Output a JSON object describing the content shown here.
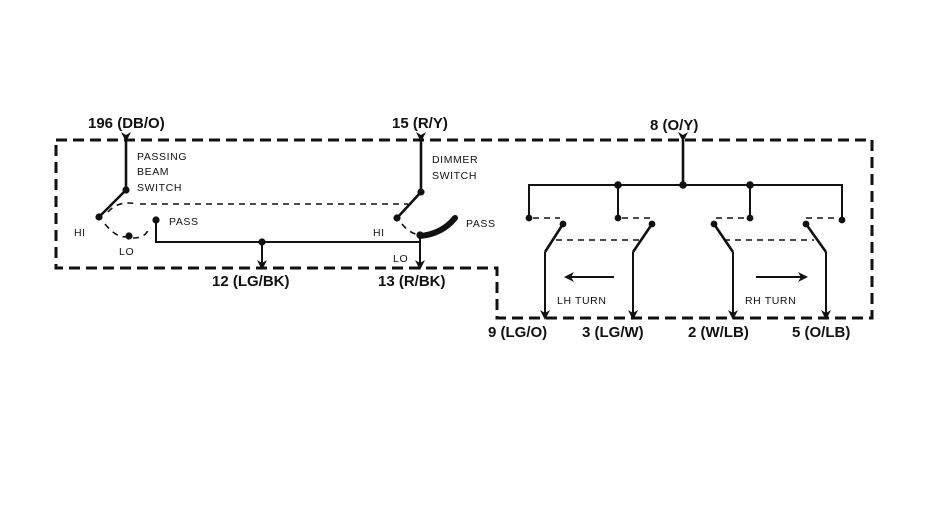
{
  "wires": {
    "w196": "196 (DB/O)",
    "w15": "15 (R/Y)",
    "w8": "8 (O/Y)",
    "w12": "12 (LG/BK)",
    "w13": "13 (R/BK)",
    "w9": "9 (LG/O)",
    "w3": "3 (LG/W)",
    "w2": "2 (W/LB)",
    "w5": "5 (O/LB)"
  },
  "passing_switch": {
    "line1": "PASSING",
    "line2": "BEAM",
    "line3": "SWITCH",
    "hi": "HI",
    "lo": "LO",
    "pass": "PASS"
  },
  "dimmer_switch": {
    "line1": "DIMMER",
    "line2": "SWITCH",
    "hi": "HI",
    "lo": "LO",
    "pass": "PASS"
  },
  "turn": {
    "lh": "LH TURN",
    "rh": "RH TURN"
  }
}
